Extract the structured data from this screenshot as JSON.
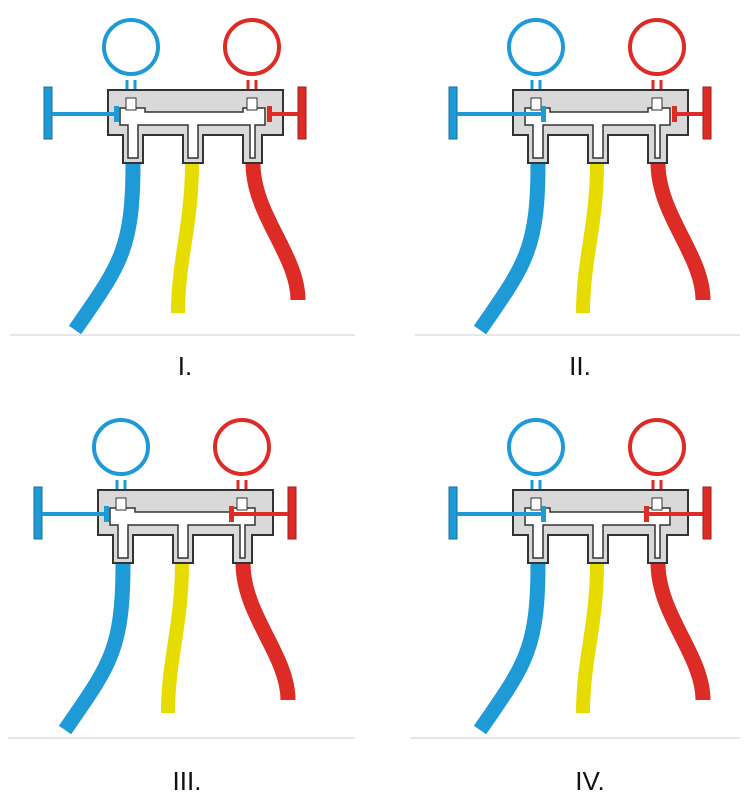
{
  "colors": {
    "low_side": "#1e9ad6",
    "high_side": "#dd2b25",
    "service": "#e6dc00",
    "body_fill": "#d9d9d9",
    "outline": "#333333",
    "baseline": "#cfcfcf"
  },
  "panels": [
    {
      "label": "I.",
      "low_valve_open": true,
      "high_valve_open": true
    },
    {
      "label": "II.",
      "low_valve_open": false,
      "high_valve_open": true
    },
    {
      "label": "III.",
      "low_valve_open": true,
      "high_valve_open": false
    },
    {
      "label": "IV.",
      "low_valve_open": false,
      "high_valve_open": false
    }
  ]
}
